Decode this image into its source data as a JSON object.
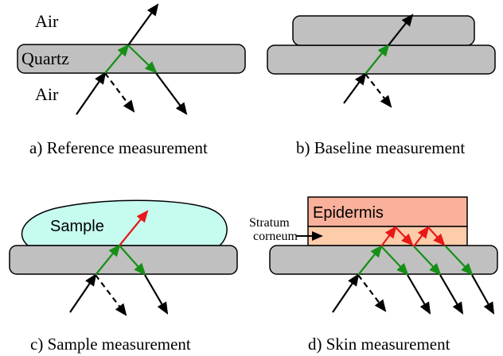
{
  "colors": {
    "slab_fill": "#c0c0c0",
    "slab_stroke": "#000000",
    "sample_fill": "#c6fbf0",
    "epidermis_fill": "#f9b19b",
    "stratum_fill": "#fdccaa",
    "ray_black": "#000000",
    "ray_green": "#168f16",
    "ray_red": "#e81818"
  },
  "panel_a": {
    "label_air_top": "Air",
    "label_quartz": "Quartz",
    "label_air_bottom": "Air",
    "caption": "a) Reference measurement"
  },
  "panel_b": {
    "caption": "b) Baseline measurement"
  },
  "panel_c": {
    "label_sample": "Sample",
    "caption": "c) Sample measurement"
  },
  "panel_d": {
    "label_epidermis": "Epidermis",
    "label_stratum_line1": "Stratum",
    "label_stratum_line2": "corneum",
    "caption": "d) Skin measurement"
  }
}
